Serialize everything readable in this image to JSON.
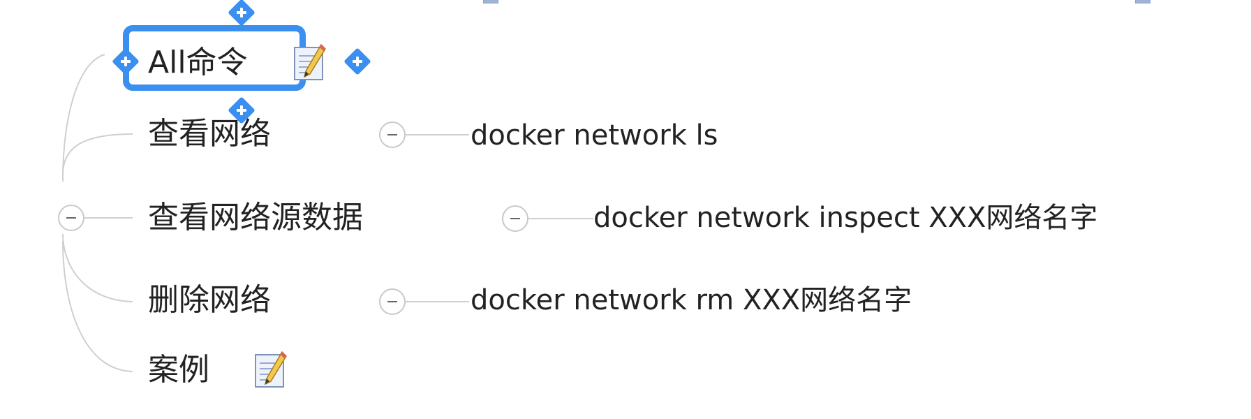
{
  "topics": {
    "all_commands": "All命令",
    "view_networks": "查看网络",
    "view_network_metadata": "查看网络源数据",
    "delete_network": "删除网络",
    "examples": "案例"
  },
  "leaves": {
    "view_networks_cmd": "docker network ls",
    "view_network_metadata_cmd": "docker network inspect  XXX网络名字",
    "delete_network_cmd": "docker network rm XXX网络名字"
  },
  "icons": {
    "note": "note-pencil-icon",
    "collapse": "collapse-minus-icon",
    "add": "add-plus-icon"
  },
  "colors": {
    "selection": "#3a8ff0",
    "connector": "#c9c9c9",
    "text": "#222222"
  }
}
